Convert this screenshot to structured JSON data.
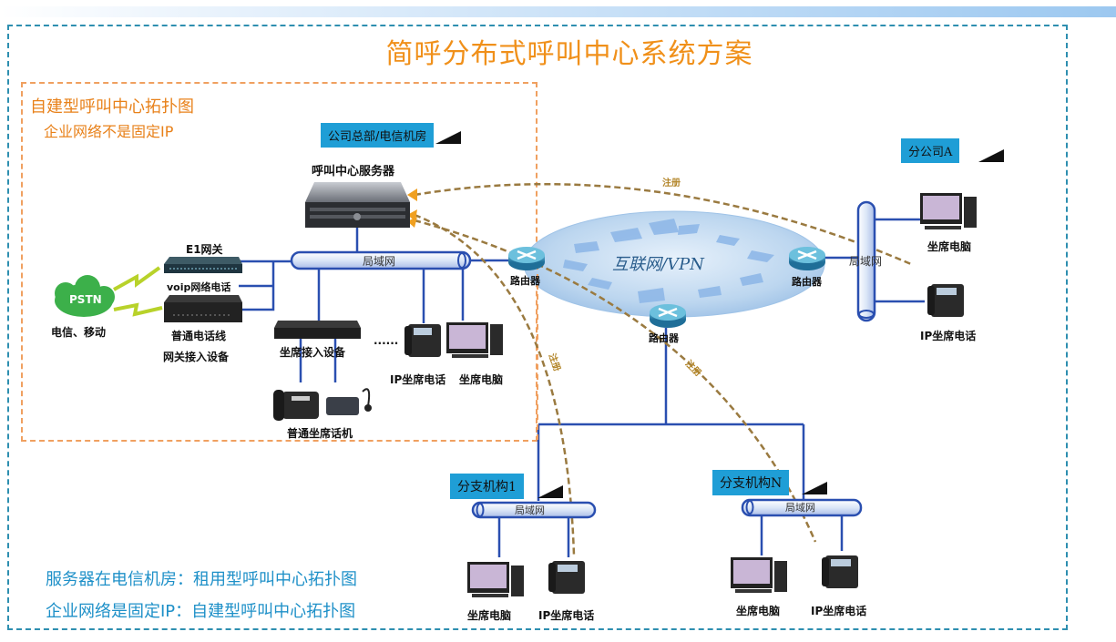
{
  "title": "简呼分布式呼叫中心系统方案",
  "self_built": {
    "heading": "自建型呼叫中心拓扑图",
    "subheading": "企业网络不是固定IP"
  },
  "hq": {
    "tag": "公司总部/电信机房",
    "server_label": "呼叫中心服务器",
    "lan_label": "局域网",
    "e1_gateway_label": "E1网关",
    "voip_label": "voip网络电话",
    "pstn_cloud_label": "PSTN",
    "carrier_label": "电信、移动",
    "analog_line_label": "普通电话线",
    "gateway_device_label": "网关接入设备",
    "seat_access_label": "坐席接入设备",
    "ellipsis": "......",
    "ip_phone_label": "IP坐席电话",
    "seat_pc_label": "坐席电脑",
    "analog_phone_label": "普通坐席话机",
    "router_label": "路由器"
  },
  "internet": {
    "label": "互联网/VPN",
    "register_label": "注册",
    "router_label": "路由器"
  },
  "branch_a": {
    "tag": "分公司A",
    "lan_label": "局域网",
    "router_label": "路由器",
    "pc_label": "坐席电脑",
    "phone_label": "IP坐席电话"
  },
  "branch_1": {
    "tag": "分支机构1",
    "lan_label": "局域网",
    "pc_label": "坐席电脑",
    "phone_label": "IP坐席电话"
  },
  "branch_n": {
    "tag": "分支机构N",
    "lan_label": "局域网",
    "pc_label": "坐席电脑",
    "phone_label": "IP坐席电话"
  },
  "notes": [
    "服务器在电信机房：租用型呼叫中心拓扑图",
    "企业网络是固定IP：自建型呼叫中心拓扑图"
  ],
  "colors": {
    "title": "#f0901a",
    "frame": "#2e8fb0",
    "self_frame": "#f0a060",
    "tag_bg": "#1f9ed6",
    "line": "#2a4fb0",
    "register_line": "#9a7a40",
    "note": "#1e90c8"
  }
}
